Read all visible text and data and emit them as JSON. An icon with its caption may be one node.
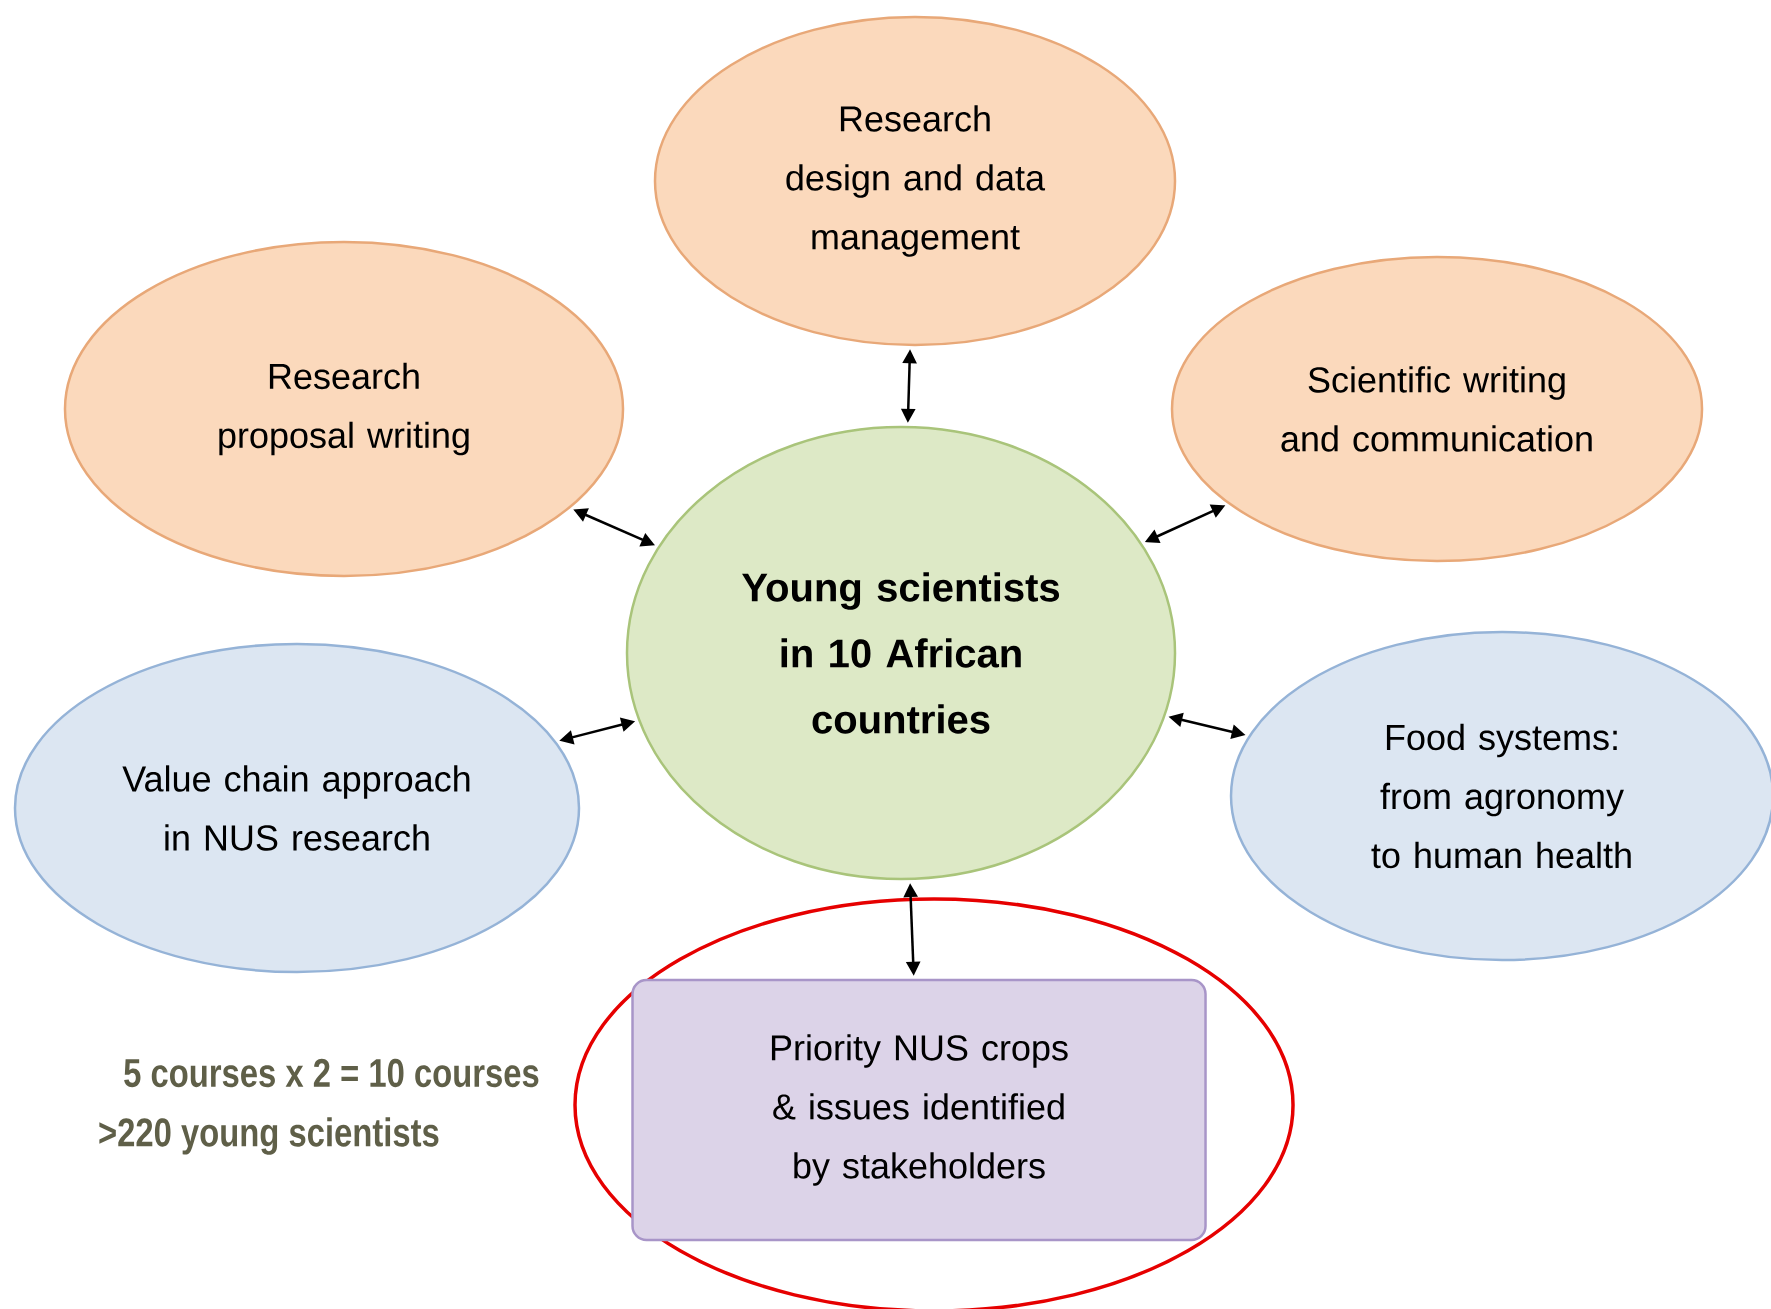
{
  "diagram": {
    "nodes": [
      {
        "text": [
          "Research design and data management"
        ]
      },
      {
        "text": [
          "Research proposal writing"
        ]
      },
      {
        "text": [
          "Scientific writing and communication"
        ]
      },
      {
        "text": [
          "Young scientists in 10 African countries"
        ]
      },
      {
        "text": [
          "Value chain approach in NUS research"
        ]
      },
      {
        "text": [
          "Food systems: from agronomy to human health"
        ]
      },
      {
        "text": [
          "Priority NUS crops & issues identified by stakeholders"
        ]
      }
    ],
    "edges": [
      {
        "from": 3,
        "to": 0,
        "arrow": "both"
      },
      {
        "from": 3,
        "to": 1,
        "arrow": "both"
      },
      {
        "from": 3,
        "to": 2,
        "arrow": "both"
      },
      {
        "from": 3,
        "to": 4,
        "arrow": "both"
      },
      {
        "from": 3,
        "to": 5,
        "arrow": "both"
      },
      {
        "from": 3,
        "to": 6,
        "arrow": "both"
      }
    ],
    "labels": [
      "5 courses x 2 = 10 courses",
      ">220 young scientists"
    ]
  }
}
